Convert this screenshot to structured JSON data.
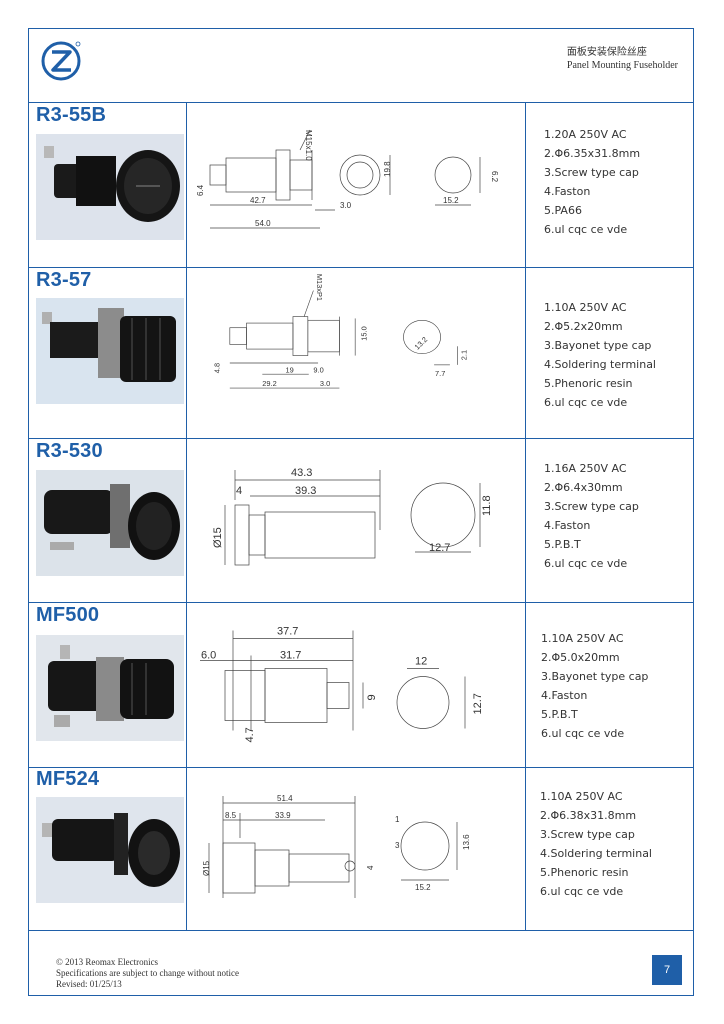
{
  "header": {
    "title_cn": "面板安装保险丝座",
    "title_en": "Panel Mounting Fuseholder"
  },
  "products": [
    {
      "model": "R3-55B",
      "specs": [
        "1.20A 250V AC",
        "2.Φ6.35x31.8mm",
        "3.Screw type cap",
        "4.Faston",
        "5.PA66",
        "6.ul cqc ce vde"
      ],
      "dims": [
        "M15x1.0",
        "42.7",
        "54.0",
        "3.0",
        "6.4",
        "19.8",
        "15.2",
        "6.2"
      ]
    },
    {
      "model": "R3-57",
      "specs": [
        "1.10A 250V AC",
        "2.Φ5.2x20mm",
        "3.Bayonet type cap",
        "4.Soldering terminal",
        "5.Phenoric resin",
        "6.ul cqc ce vde"
      ],
      "dims": [
        "M13xP1",
        "19",
        "9.0",
        "29.2",
        "3.0",
        "4.8",
        "15.0",
        "13.2",
        "7.7",
        "2.1"
      ]
    },
    {
      "model": "R3-530",
      "specs": [
        "1.16A 250V AC",
        "2.Φ6.4x30mm",
        "3.Screw type cap",
        "4.Faston",
        "5.P.B.T",
        "6.ul cqc ce vde"
      ],
      "dims": [
        "43.3",
        "4",
        "39.3",
        "Ø15",
        "11.8",
        "12.7"
      ]
    },
    {
      "model": "MF500",
      "specs": [
        "1.10A 250V AC",
        "2.Φ5.0x20mm",
        "3.Bayonet type cap",
        "4.Faston",
        "5.P.B.T",
        "6.ul cqc ce vde"
      ],
      "dims": [
        "37.7",
        "6.0",
        "31.7",
        "9",
        "4.7",
        "12",
        "12.7"
      ]
    },
    {
      "model": "MF524",
      "specs": [
        "1.10A 250V AC",
        "2.Φ6.38x31.8mm",
        "3.Screw type cap",
        "4.Soldering terminal",
        "5.Phenoric resin",
        "6.ul cqc ce vde"
      ],
      "dims": [
        "51.4",
        "8.5",
        "33.9",
        "Ø15",
        "4",
        "1",
        "3",
        "13.6",
        "15.2"
      ]
    }
  ],
  "footer": {
    "copyright": "© 2013 Reomax Electronics",
    "notice": "Specifications are subject to change without notice",
    "revised": "Revised: 01/25/13",
    "page": "7"
  },
  "colors": {
    "accent": "#1f5fa8"
  },
  "icons": {
    "logo": "z-circle-logo"
  }
}
